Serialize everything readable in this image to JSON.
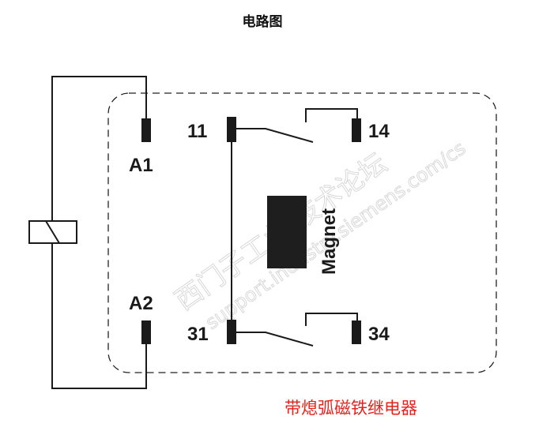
{
  "title": "电路图",
  "terminals": {
    "a1": "A1",
    "a2": "A2",
    "t11": "11",
    "t14": "14",
    "t31": "31",
    "t34": "34"
  },
  "magnet_label": "Magnet",
  "caption": "带熄弧磁铁继电器",
  "watermark": {
    "line1": "西门子工业 技术论坛",
    "line2": "support.industry.siemens.com/cs"
  },
  "colors": {
    "line": "#1a1a1a",
    "caption": "#e8221b"
  }
}
